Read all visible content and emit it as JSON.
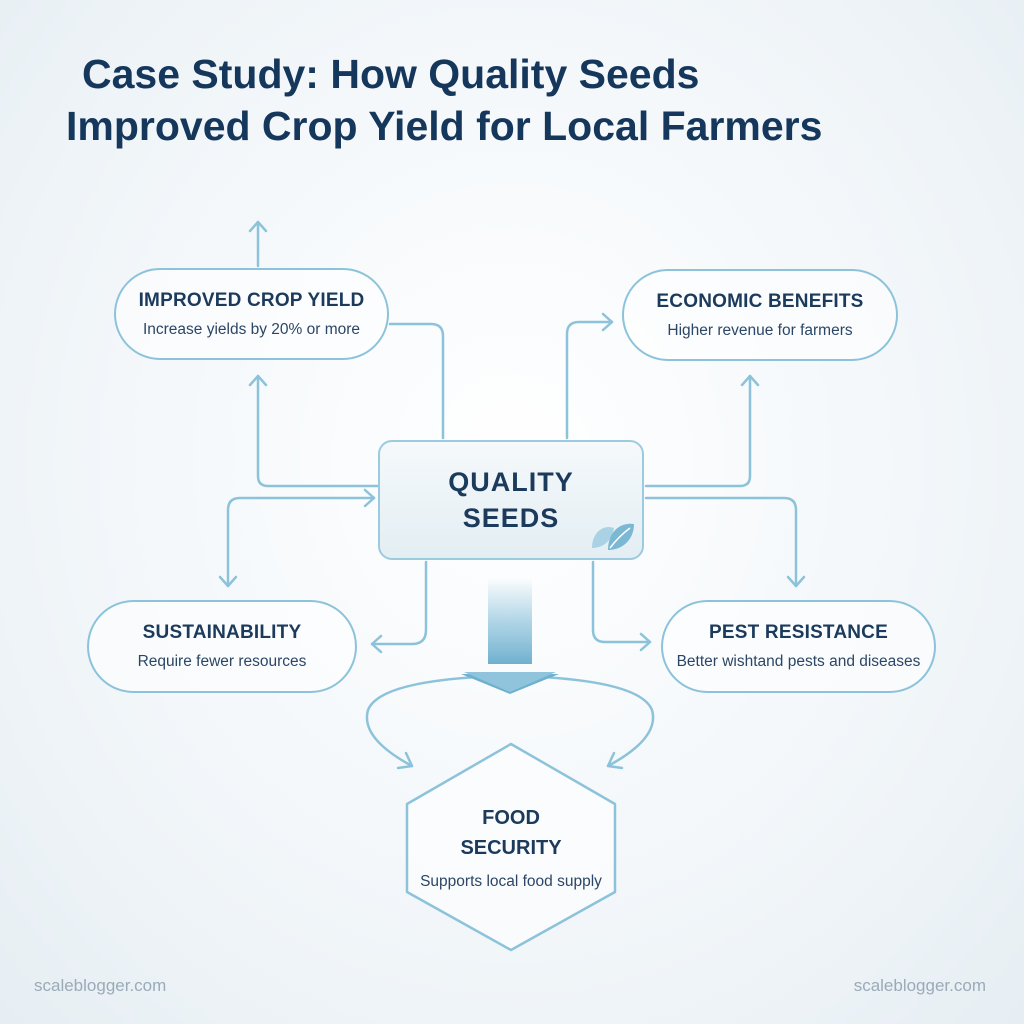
{
  "title": {
    "line1": "Case Study: How Quality Seeds",
    "line2": "Improved Crop Yield for Local Farmers"
  },
  "center": {
    "line1": "QUALITY",
    "line2": "SEEDS",
    "icon": "leaf-icon"
  },
  "nodes": {
    "improved_crop_yield": {
      "title": "IMPROVED CROP YIELD",
      "subtitle": "Increase yields by 20% or more"
    },
    "economic_benefits": {
      "title": "ECONOMIC BENEFITS",
      "subtitle": "Higher revenue for farmers"
    },
    "sustainability": {
      "title": "SUSTAINABILITY",
      "subtitle": "Require fewer resources"
    },
    "pest_resistance": {
      "title": "PEST RESISTANCE",
      "subtitle": "Better wishtand pests and diseases"
    },
    "food_security": {
      "line1": "FOOD",
      "line2": "SECURITY",
      "subtitle": "Supports local food supply"
    }
  },
  "watermark": {
    "left": "scaleblogger.com",
    "right": "scaleblogger.com"
  },
  "colors": {
    "title": "#15375c",
    "node_text": "#1b3a5c",
    "connector": "#8cc3da",
    "big_arrow": "#8fc4dc"
  }
}
